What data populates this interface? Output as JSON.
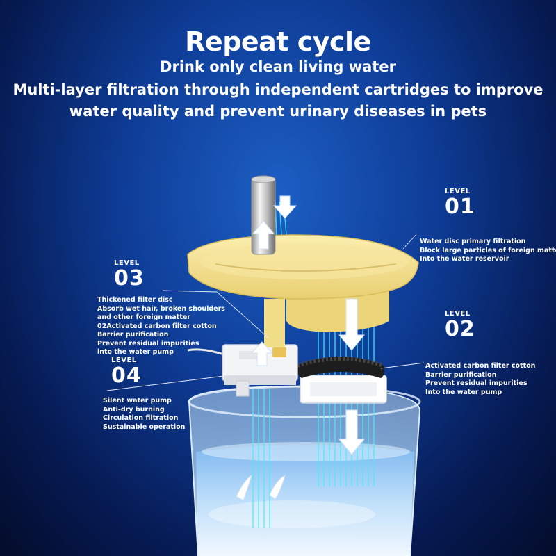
{
  "header": {
    "title": "Repeat cycle",
    "subtitle": "Drink only clean living water",
    "tagline_1": "Multi-layer filtration through independent cartridges to improve",
    "tagline_2": "water quality and prevent urinary diseases in pets"
  },
  "levels": [
    {
      "caption": "LEVEL",
      "number": "01",
      "lines": [
        "Water disc primary filtration",
        "Block large particles of foreign matter",
        "Into the water reservoir"
      ]
    },
    {
      "caption": "LEVEL",
      "number": "02",
      "lines": [
        "Activated carbon filter cotton",
        "Barrier purification",
        "Prevent residual impurities",
        "Into the water pump"
      ]
    },
    {
      "caption": "LEVEL",
      "number": "03",
      "lines": [
        "Thickened filter disc",
        "Absorb wet hair, broken shoulders",
        "and other foreign matter",
        "02Activated carbon filter cotton",
        "Barrier purification",
        "Prevent residual impurities",
        "into the water pump"
      ]
    },
    {
      "caption": "LEVEL",
      "number": "04",
      "lines": [
        "Silent water pump",
        "Anti-dry burning",
        "Circulation filtration",
        "Sustainable operation"
      ]
    }
  ],
  "colors": {
    "background": "#0e3c96",
    "tray": "#f3e08e",
    "water_lines": "#3ff0ff",
    "text": "#ffffff"
  }
}
